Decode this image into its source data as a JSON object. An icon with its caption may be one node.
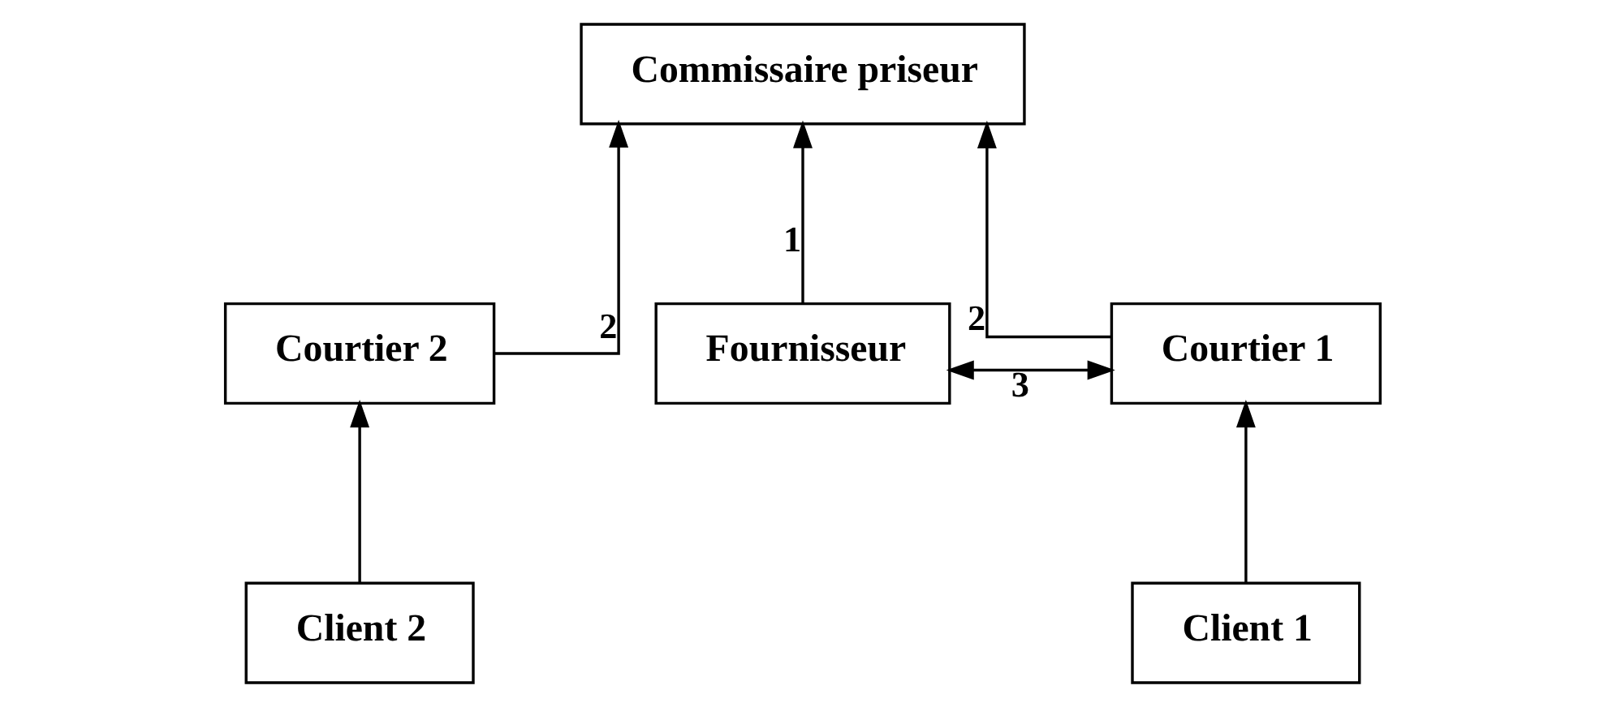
{
  "diagram": {
    "nodes": [
      {
        "text": [
          "Commissaire priseur"
        ]
      },
      {
        "text": [
          "Courtier 2"
        ]
      },
      {
        "text": [
          "Fournisseur"
        ]
      },
      {
        "text": [
          "Courtier 1"
        ]
      },
      {
        "text": [
          "Client 2"
        ]
      },
      {
        "text": [
          "Client 1"
        ]
      }
    ],
    "edges": [
      {
        "from": 1,
        "to": 0,
        "arrow": "to",
        "label": "2"
      },
      {
        "from": 3,
        "to": 0,
        "arrow": "to",
        "label": "2"
      },
      {
        "from": 2,
        "to": 0,
        "arrow": "to",
        "label": "1"
      },
      {
        "from": 2,
        "to": 3,
        "arrow": "both",
        "label": "3"
      },
      {
        "from": 4,
        "to": 1,
        "arrow": "to"
      },
      {
        "from": 5,
        "to": 3,
        "arrow": "to"
      }
    ]
  }
}
